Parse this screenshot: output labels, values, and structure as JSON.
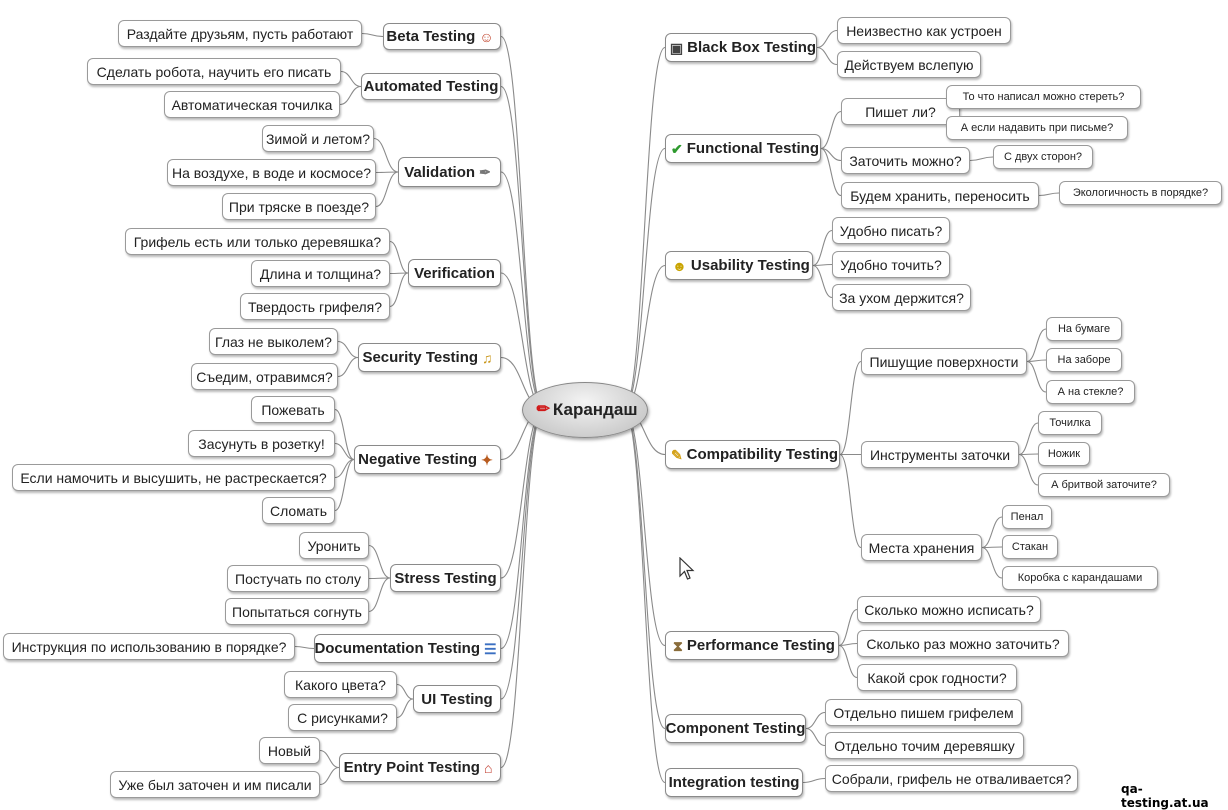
{
  "center": {
    "label": "Карандаш",
    "icon": "pencil-icon"
  },
  "left": [
    {
      "label": "Beta Testing",
      "icon": "people-icon",
      "children": [
        "Раздайте друзьям, пусть работают"
      ]
    },
    {
      "label": "Automated Testing",
      "children": [
        "Сделать робота, научить его писать",
        "Автоматическая точилка"
      ]
    },
    {
      "label": "Validation",
      "icon": "quill-icon",
      "children": [
        "Зимой и летом?",
        "На воздухе, в воде и космосе?",
        "При тряске в поезде?"
      ]
    },
    {
      "label": "Verification",
      "children": [
        "Грифель есть или только деревяшка?",
        "Длина и толщина?",
        "Твердость грифеля?"
      ]
    },
    {
      "label": "Security Testing",
      "icon": "saxophone-icon",
      "children": [
        "Глаз не выколем?",
        "Съедим, отравимся?"
      ]
    },
    {
      "label": "Negative Testing",
      "icon": "running-man-icon",
      "children": [
        "Пожевать",
        "Засунуть в розетку!",
        "Если намочить и высушить, не растрескается?",
        "Сломать"
      ]
    },
    {
      "label": "Stress Testing",
      "children": [
        "Уронить",
        "Постучать по столу",
        "Попытаться согнуть"
      ]
    },
    {
      "label": "Documentation Testing",
      "icon": "document-icon",
      "children": [
        "Инструкция по использованию в порядке?"
      ]
    },
    {
      "label": "UI Testing",
      "children": [
        "Какого цвета?",
        "С рисунками?"
      ]
    },
    {
      "label": "Entry Point Testing",
      "icon": "house-icon",
      "children": [
        "Новый",
        "Уже был заточен и им писали"
      ]
    }
  ],
  "right": [
    {
      "label": "Black Box Testing",
      "icon": "black-box-icon",
      "children": [
        {
          "label": "Неизвестно как устроен"
        },
        {
          "label": "Действуем вслепую"
        }
      ]
    },
    {
      "label": "Functional Testing",
      "icon": "checkmark-icon",
      "children": [
        {
          "label": "Пишет ли?",
          "children": [
            "То что написал можно стереть?",
            "А если надавить при письме?"
          ]
        },
        {
          "label": "Заточить можно?",
          "children": [
            "С двух сторон?"
          ]
        },
        {
          "label": "Будем хранить, переносить",
          "children": [
            "Экологичность в порядке?"
          ]
        }
      ]
    },
    {
      "label": "Usability Testing",
      "icon": "smiley-icon",
      "children": [
        {
          "label": "Удобно писать?"
        },
        {
          "label": "Удобно точить?"
        },
        {
          "label": "За ухом держится?"
        }
      ]
    },
    {
      "label": "Compatibility Testing",
      "icon": "notepad-icon",
      "children": [
        {
          "label": "Пишущие поверхности",
          "children": [
            "На бумаге",
            "На заборе",
            "А на стекле?"
          ]
        },
        {
          "label": "Инструменты заточки",
          "children": [
            "Точилка",
            "Ножик",
            "А бритвой заточите?"
          ]
        },
        {
          "label": "Места хранения",
          "children": [
            "Пенал",
            "Стакан",
            "Коробка с карандашами"
          ]
        }
      ]
    },
    {
      "label": "Performance Testing",
      "icon": "hourglass-icon",
      "children": [
        {
          "label": "Сколько можно исписать?"
        },
        {
          "label": "Сколько раз можно заточить?"
        },
        {
          "label": "Какой срок годности?"
        }
      ]
    },
    {
      "label": "Component Testing",
      "children": [
        {
          "label": "Отдельно пишем грифелем"
        },
        {
          "label": "Отдельно точим деревяшку"
        }
      ]
    },
    {
      "label": "Integration testing",
      "children": [
        {
          "label": "Собрали, грифель не отваливается?"
        }
      ]
    }
  ],
  "watermark": "qa-testing.at.ua"
}
